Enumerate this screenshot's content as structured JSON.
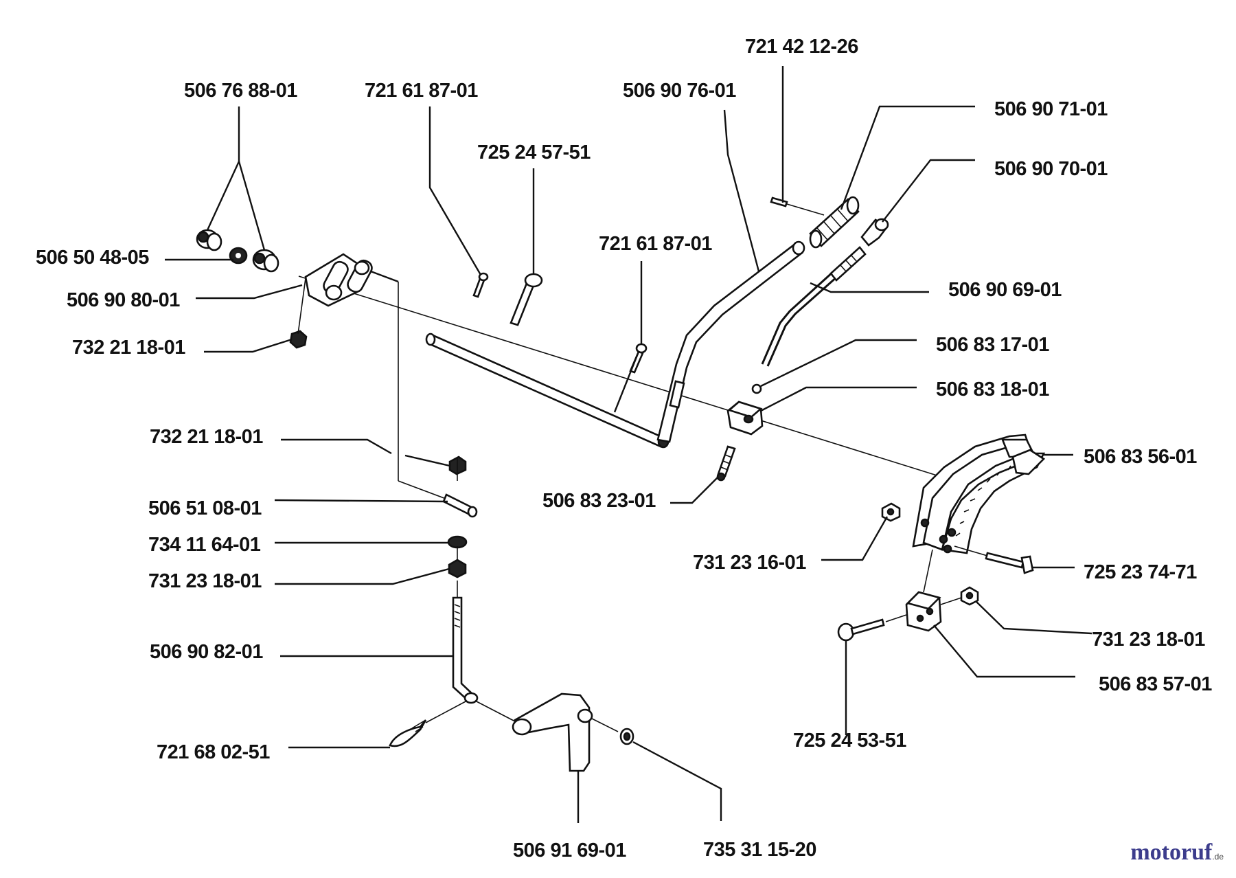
{
  "labels": [
    "721 42 12-26",
    "506 76 88-01",
    "721 61 87-01",
    "506 90 76-01",
    "506 90 71-01",
    "725 24 57-51",
    "506 90 70-01",
    "506 50 48-05",
    "721 61 87-01",
    "506 90 80-01",
    "506 90 69-01",
    "732 21 18-01",
    "506 83 17-01",
    "506 83 18-01",
    "732 21 18-01",
    "506 83 56-01",
    "506 51 08-01",
    "506 83 23-01",
    "734 11 64-01",
    "731 23 16-01",
    "725 23 74-71",
    "731 23 18-01",
    "506 90 82-01",
    "731 23 18-01",
    "506 83 57-01",
    "721 68 02-51",
    "725 24 53-51",
    "506 91 69-01",
    "735 31 15-20"
  ],
  "watermark": {
    "brand": "motoruf",
    "tld": ".de"
  }
}
